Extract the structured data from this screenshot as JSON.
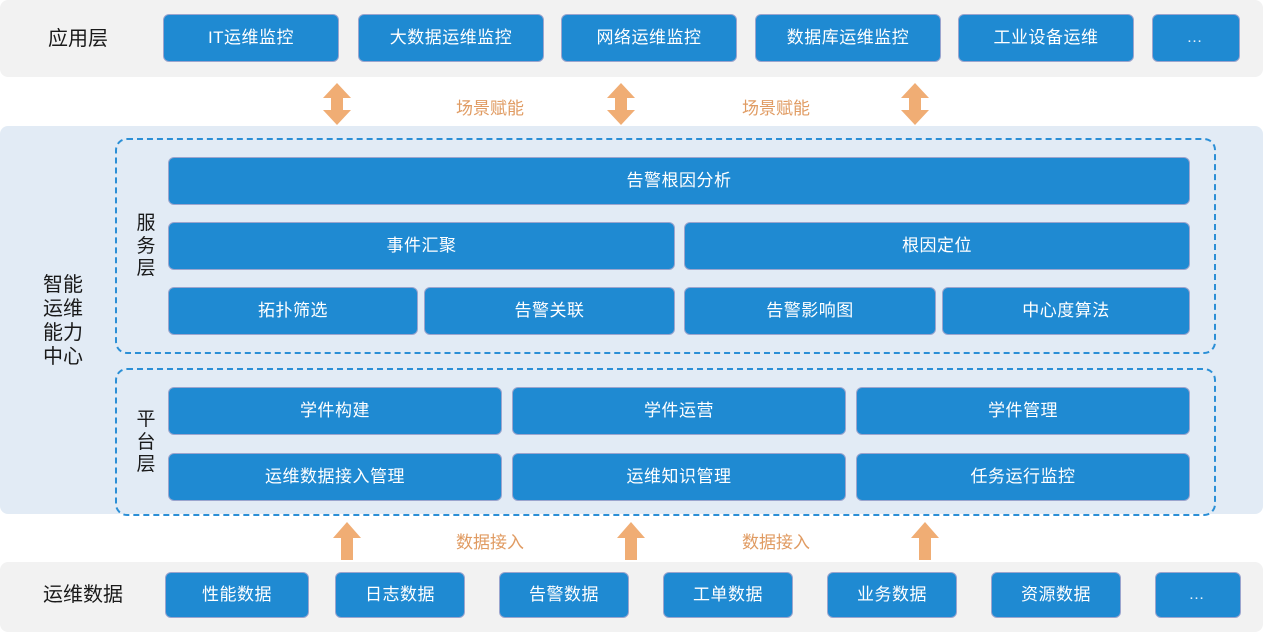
{
  "diagram": {
    "title_colors": {
      "box_fill": "#1F8AD2",
      "box_border": "#9BA5CE",
      "band_grey": "#F2F2F2",
      "band_blue": "#E2EBF5",
      "dashed_border": "#2B8FD6",
      "arrow_orange": "#F0AD74",
      "connector_text": "#E09B62"
    },
    "application_layer": {
      "label": "应用层",
      "items": [
        {
          "label": "IT运维监控"
        },
        {
          "label": "大数据运维监控"
        },
        {
          "label": "网络运维监控"
        },
        {
          "label": "数据库运维监控"
        },
        {
          "label": "工业设备运维"
        },
        {
          "label": "…"
        }
      ]
    },
    "upper_connectors": {
      "labels": [
        "场景赋能",
        "场景赋能"
      ],
      "arrow_type": "double-headed-vertical",
      "arrow_count": 3
    },
    "capability_center": {
      "label": "智能\n运维\n能力\n中心",
      "service_layer": {
        "label": "服务层",
        "rows": [
          {
            "items": [
              {
                "label": "告警根因分析"
              }
            ]
          },
          {
            "items": [
              {
                "label": "事件汇聚"
              },
              {
                "label": "根因定位"
              }
            ]
          },
          {
            "items": [
              {
                "label": "拓扑筛选"
              },
              {
                "label": "告警关联"
              },
              {
                "label": "告警影响图"
              },
              {
                "label": "中心度算法"
              }
            ]
          }
        ]
      },
      "platform_layer": {
        "label": "平台层",
        "rows": [
          {
            "items": [
              {
                "label": "学件构建"
              },
              {
                "label": "学件运营"
              },
              {
                "label": "学件管理"
              }
            ]
          },
          {
            "items": [
              {
                "label": "运维数据接入管理"
              },
              {
                "label": "运维知识管理"
              },
              {
                "label": "任务运行监控"
              }
            ]
          }
        ]
      }
    },
    "lower_connectors": {
      "labels": [
        "数据接入",
        "数据接入"
      ],
      "arrow_type": "single-headed-up",
      "arrow_count": 3
    },
    "data_layer": {
      "label": "运维数据",
      "items": [
        {
          "label": "性能数据"
        },
        {
          "label": "日志数据"
        },
        {
          "label": "告警数据"
        },
        {
          "label": "工单数据"
        },
        {
          "label": "业务数据"
        },
        {
          "label": "资源数据"
        },
        {
          "label": "…"
        }
      ]
    }
  }
}
